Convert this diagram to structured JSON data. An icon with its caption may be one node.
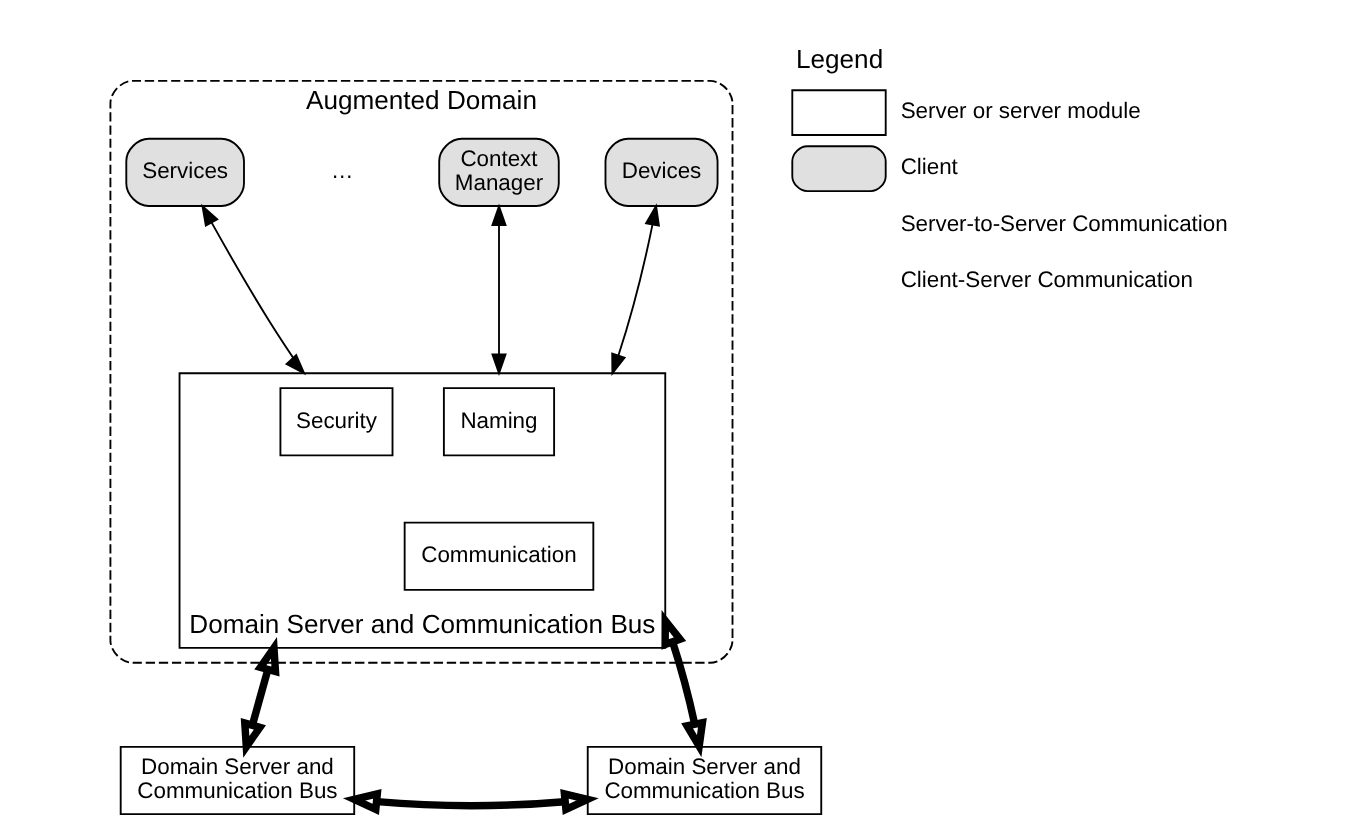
{
  "diagram": {
    "nodes": [
      {
        "text": [
          "Augmented Domain"
        ]
      },
      {
        "text": [
          "Services"
        ],
        "in": 0
      },
      {
        "text": [
          "Context Manager"
        ],
        "in": 0
      },
      {
        "text": [
          "Devices"
        ],
        "in": 0
      },
      {
        "text": [
          "Domain Server and Communication Bus"
        ],
        "in": 0
      },
      {
        "text": [
          "Security"
        ],
        "in": 4
      },
      {
        "text": [
          "Naming"
        ],
        "in": 4
      },
      {
        "text": [
          "Communication"
        ],
        "in": 4
      },
      {
        "text": [
          "Domain Server and Communication Bus"
        ]
      },
      {
        "text": [
          "Domain Server and Communication Bus"
        ]
      }
    ],
    "edges": [
      {
        "from": 1,
        "to": 4,
        "arrow": "both"
      },
      {
        "from": 2,
        "to": 4,
        "arrow": "both"
      },
      {
        "from": 3,
        "to": 4,
        "arrow": "both"
      },
      {
        "from": 4,
        "to": 8,
        "arrow": "both",
        "style": "thick"
      },
      {
        "from": 4,
        "to": 9,
        "arrow": "both",
        "style": "thick"
      },
      {
        "from": 8,
        "to": 9,
        "arrow": "both",
        "style": "thick"
      }
    ],
    "labels": [
      "…",
      "Legend"
    ],
    "legend": [
      {
        "text": "Server or server module"
      },
      {
        "text": "Client"
      },
      {
        "text": "Server-to-Server Communication"
      },
      {
        "text": "Client-Server Communication"
      }
    ]
  }
}
